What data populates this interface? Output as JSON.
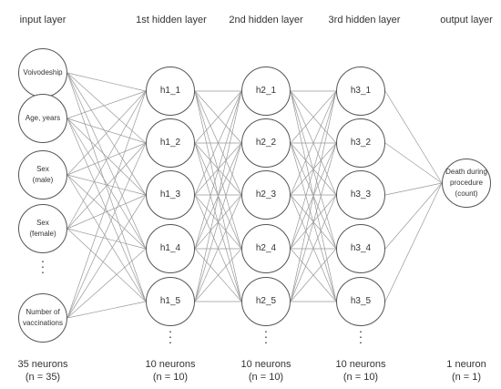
{
  "layers": [
    {
      "id": "input",
      "title": "input layer",
      "nodes": [
        "Voivodeship",
        "Age, years",
        "Sex\n(male)",
        "Sex\n(female)",
        "Number of\nvaccinations"
      ],
      "neurons_label": "35 neurons",
      "n_label": "(n = 35)"
    },
    {
      "id": "h1",
      "title": "1st hidden layer",
      "nodes": [
        "h1_1",
        "h1_2",
        "h1_3",
        "h1_4",
        "h1_5"
      ],
      "neurons_label": "10 neurons",
      "n_label": "(n = 10)"
    },
    {
      "id": "h2",
      "title": "2nd hidden layer",
      "nodes": [
        "h2_1",
        "h2_2",
        "h2_3",
        "h2_4",
        "h2_5"
      ],
      "neurons_label": "10 neurons",
      "n_label": "(n = 10)"
    },
    {
      "id": "h3",
      "title": "3rd hidden layer",
      "nodes": [
        "h3_1",
        "h3_2",
        "h3_3",
        "h3_4",
        "h3_5"
      ],
      "neurons_label": "10 neurons",
      "n_label": "(n = 10)"
    },
    {
      "id": "output",
      "title": "output layer",
      "nodes": [
        "Death during\nprocedure\n(count)"
      ],
      "neurons_label": "1 neuron",
      "n_label": "(n = 1)"
    }
  ],
  "ellipsis": "·\n·\n·",
  "colors": {
    "line": "#999999",
    "node_border": "#555555",
    "text": "#333333"
  }
}
